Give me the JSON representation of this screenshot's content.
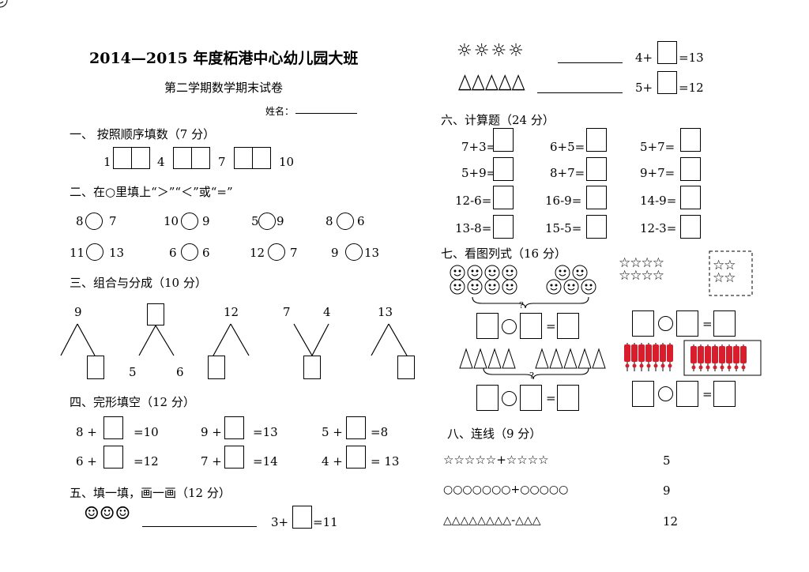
{
  "header": {
    "title": "2014—2015 年度柘港中心幼儿园大班",
    "subtitle": "第二学期数学期末试卷",
    "name_label": "姓名："
  },
  "sec1": {
    "title": "一、  按照顺序填数（7 分）",
    "n1": "1",
    "n2": "4",
    "n3": "7",
    "n4": "10"
  },
  "sec2": {
    "title": "二、在○里填上“＞”“＜”或“=”",
    "row1": [
      [
        "8",
        "7"
      ],
      [
        "10",
        "9"
      ],
      [
        "5",
        "9"
      ],
      [
        "8",
        "6"
      ]
    ],
    "row2": [
      [
        "11",
        "13"
      ],
      [
        "6",
        "6"
      ],
      [
        "12",
        "7"
      ],
      [
        "9",
        "13"
      ]
    ]
  },
  "sec3": {
    "title": "三、组合与分成（10 分）",
    "t1": "9",
    "t3": "12",
    "t4a": "7",
    "t4b": "4",
    "t5": "13",
    "b2l": "5",
    "b2r": "6"
  },
  "sec4": {
    "title": "四、完形填空（12 分）",
    "r1": [
      [
        "8 +",
        "=10"
      ],
      [
        "9 +",
        "=13"
      ],
      [
        "5 +",
        "=8"
      ]
    ],
    "r2": [
      [
        "6 +",
        "=12"
      ],
      [
        "7 +",
        "=14"
      ],
      [
        "4 +",
        "= 13"
      ]
    ]
  },
  "sec5": {
    "title": "五、填一填，画一画（12 分）",
    "e1": "3+",
    "e1r": "=11",
    "e2": "4+",
    "e2r": "=13",
    "e3": "5+",
    "e3r": "=12",
    "faces": "☺☺☺",
    "suns": "☼☼☼☼",
    "tris": "△△△△△"
  },
  "sec6": {
    "title": "六、计算题（24 分）",
    "items": [
      [
        "7+3=",
        "6+5=",
        "5+7="
      ],
      [
        "5+9=",
        "8+7=",
        "9+7="
      ],
      [
        "12-6=",
        "16-9=",
        "14-9="
      ],
      [
        "13-8=",
        "15-5=",
        "12-3="
      ]
    ]
  },
  "sec7": {
    "title": "七、看图列式（16 分）",
    "q": "?",
    "eq": "=",
    "stars_row": "☆☆☆☆",
    "stars_box": "☆☆",
    "tris_a": "△△△△",
    "tris_b": "△△△△△"
  },
  "sec8": {
    "title": "八、连线（9 分）",
    "r1": "☆☆☆☆☆+☆☆☆☆",
    "n1": "5",
    "r2": "○○○○○○○+○○○○○",
    "n2": "9",
    "r3": "△△△△△△△△-△△△",
    "n3": "12"
  }
}
